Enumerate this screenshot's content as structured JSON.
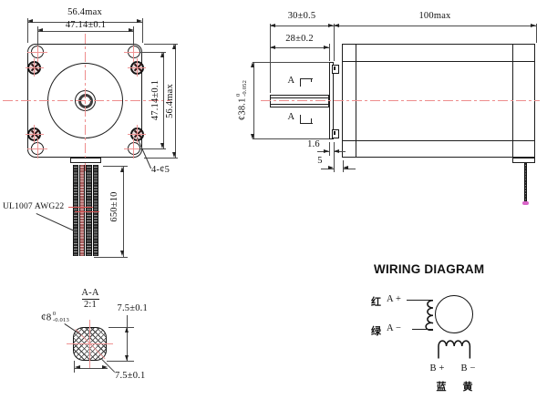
{
  "front_view": {
    "dim_width_max": "56.4max",
    "dim_hole_spacing_h": "47.14±0.1",
    "dim_hole_spacing_v": "47.14±0.1",
    "dim_height_max": "56.4max",
    "holes_label": "4-¢5"
  },
  "cable": {
    "spec": "UL1007 AWG22",
    "length": "650±10"
  },
  "side_view": {
    "dim_shaft_total": "30±0.5",
    "dim_body_length": "100max",
    "dim_shaft_ext": "28±0.2",
    "boss_dia": "¢38.1",
    "boss_tol_up": "0",
    "boss_tol_dn": "-0.052",
    "dim_boss_thk": "1.6",
    "dim_pilot": "5",
    "section_mark": "A"
  },
  "section_view": {
    "title": "A-A",
    "scale": "2:1",
    "shaft_dia": "¢8",
    "tol_up": "0",
    "tol_dn": "-0.013",
    "dim_flat_top": "7.5±0.1",
    "dim_flat_bottom": "7.5±0.1"
  },
  "wiring": {
    "title": "WIRING DIAGRAM",
    "a_plus_cn": "红",
    "a_plus": "A +",
    "a_minus_cn": "绿",
    "a_minus": "A −",
    "b_plus": "B +",
    "b_minus": "B −",
    "b_plus_cn": "蓝",
    "b_minus_cn": "黄"
  },
  "colors": {
    "centerline_red": "#ee8d8d",
    "break_mark_red": "#e05555",
    "wire_tint_red": "#a85c5c",
    "wire_tip_pink": "#d964c8",
    "line_black": "#1e1e1e"
  }
}
